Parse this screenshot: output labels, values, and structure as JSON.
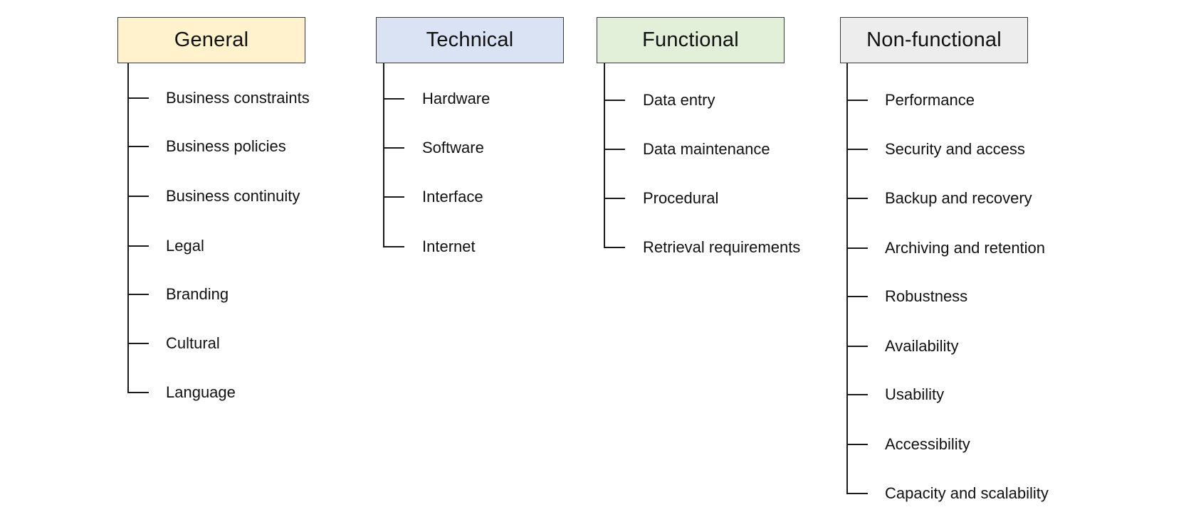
{
  "categories": [
    {
      "id": "general",
      "title": "General",
      "fill_color": "#fff2cc",
      "items": [
        "Business constraints",
        "Business policies",
        "Business continuity",
        "Legal",
        "Branding",
        "Cultural",
        "Language"
      ]
    },
    {
      "id": "technical",
      "title": "Technical",
      "fill_color": "#dae3f3",
      "items": [
        "Hardware",
        "Software",
        "Interface",
        "Internet"
      ]
    },
    {
      "id": "functional",
      "title": "Functional",
      "fill_color": "#e2efd9",
      "items": [
        "Data entry",
        "Data maintenance",
        "Procedural",
        "Retrieval requirements"
      ]
    },
    {
      "id": "non-functional",
      "title": "Non-functional",
      "fill_color": "#ededed",
      "items": [
        "Performance",
        "Security and access",
        "Backup and recovery",
        "Archiving and retention",
        "Robustness",
        "Availability",
        "Usability",
        "Accessibility",
        "Capacity and scalability"
      ]
    }
  ]
}
